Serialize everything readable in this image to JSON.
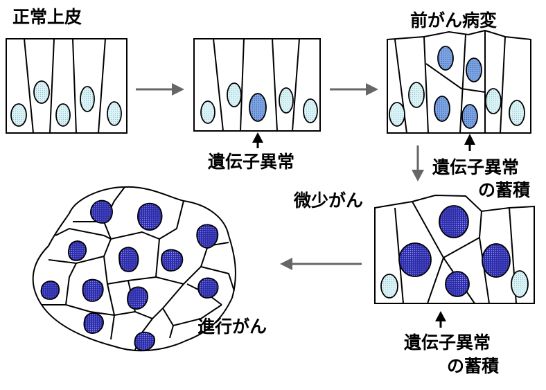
{
  "labels": {
    "normal": "正常上皮",
    "precancer": "前がん病変",
    "mutation": "遺伝子異常",
    "accum1_line1": "遺伝子異常",
    "accum1_line2": "の蓄積",
    "early": "微少がん",
    "accum2_line1": "遺伝子異常",
    "accum2_line2": "の蓄積",
    "advanced": "進行がん"
  },
  "colors": {
    "line": "#000000",
    "normal_nucleus": "#d6f2f6",
    "abnormal_nucleus": "#8aaee6",
    "cancer_nucleus": "#2a2aa8",
    "arrow": "#666666"
  },
  "icons": [
    "arrow-right-icon",
    "arrow-down-icon",
    "arrow-left-icon",
    "arrow-up-icon"
  ]
}
